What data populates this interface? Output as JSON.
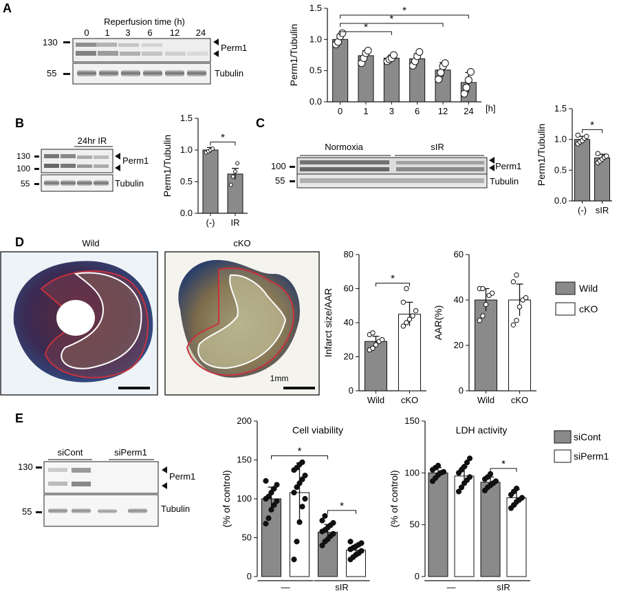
{
  "panels": {
    "A": {
      "letter": "A",
      "blot": {
        "header": "Reperfusion time (h)",
        "lanes": [
          "0",
          "1",
          "3",
          "6",
          "12",
          "24"
        ],
        "markers": [
          "130",
          "55"
        ],
        "labels": [
          "Perm1",
          "Tubulin"
        ]
      }
    },
    "B": {
      "letter": "B",
      "blot": {
        "header": "24hr IR",
        "markers": [
          "130",
          "100",
          "55"
        ],
        "labels": [
          "Perm1",
          "Tubulin"
        ]
      }
    },
    "C": {
      "letter": "C",
      "blot": {
        "groups": [
          "Normoxia",
          "sIR"
        ],
        "markers": [
          "100",
          "55"
        ],
        "labels": [
          "Perm1",
          "Tubulin"
        ]
      }
    },
    "D": {
      "letter": "D",
      "image_labels": [
        "Wild",
        "cKO"
      ],
      "scale_label": "1mm",
      "legend": [
        "Wild",
        "cKO"
      ]
    },
    "E": {
      "letter": "E",
      "blot": {
        "groups": [
          "siCont",
          "siPerm1"
        ],
        "markers": [
          "130",
          "55"
        ],
        "labels": [
          "Perm1",
          "Tubulin"
        ]
      },
      "legend": [
        "siCont",
        "siPerm1"
      ]
    }
  },
  "colors": {
    "gray_bar": "#8a8a8a",
    "white_bar": "#ffffff",
    "tissue_outline": "#c8323c",
    "infarct_outline": "#ffffff"
  },
  "chart_data": [
    {
      "id": "A",
      "type": "bar",
      "categories": [
        "0",
        "1",
        "3",
        "6",
        "12",
        "24"
      ],
      "x_unit": "[h]",
      "values": [
        1.0,
        0.74,
        0.7,
        0.69,
        0.51,
        0.31
      ],
      "errors": [
        0.08,
        0.08,
        0.05,
        0.08,
        0.12,
        0.16
      ],
      "points": [
        [
          0.92,
          0.96,
          1.05,
          1.1
        ],
        [
          0.62,
          0.7,
          0.78,
          0.82
        ],
        [
          0.65,
          0.68,
          0.7,
          0.75
        ],
        [
          0.58,
          0.65,
          0.73,
          0.8
        ],
        [
          0.36,
          0.47,
          0.57,
          0.62
        ],
        [
          0.13,
          0.23,
          0.35,
          0.48
        ]
      ],
      "ylabel": "Perm1/Tubulin",
      "xlabel": "",
      "ylim": [
        0,
        1.5
      ],
      "yticks": [
        "0.0",
        "0.5",
        "1.0",
        "1.5"
      ],
      "significance": [
        [
          "0",
          "3",
          "*"
        ],
        [
          "0",
          "12",
          "*"
        ],
        [
          "0",
          "24",
          "*"
        ]
      ]
    },
    {
      "id": "B",
      "type": "bar",
      "categories": [
        "(-)",
        "IR"
      ],
      "values": [
        1.0,
        0.62
      ],
      "errors": [
        0.04,
        0.09
      ],
      "points": [
        [
          0.96,
          0.98,
          1.0,
          1.02
        ],
        [
          0.45,
          0.58,
          0.66,
          0.79
        ]
      ],
      "ylabel": "Perm1/Tubulin",
      "xlabel": "",
      "ylim": [
        0,
        1.5
      ],
      "yticks": [
        "0.0",
        "0.5",
        "1.0",
        "1.5"
      ],
      "significance": [
        [
          "(-)",
          "IR",
          "*"
        ]
      ]
    },
    {
      "id": "C",
      "type": "bar",
      "categories": [
        "(-)",
        "sIR"
      ],
      "values": [
        1.0,
        0.7
      ],
      "errors": [
        0.05,
        0.06
      ],
      "points": [
        [
          0.93,
          0.96,
          0.98,
          1.02,
          1.05,
          1.07
        ],
        [
          0.62,
          0.65,
          0.68,
          0.71,
          0.73,
          0.77
        ]
      ],
      "ylabel": "Perm1/Tubulin",
      "xlabel": "",
      "ylim": [
        0,
        1.5
      ],
      "yticks": [
        "0.0",
        "0.5",
        "1.0",
        "1.5"
      ],
      "significance": [
        [
          "(-)",
          "sIR",
          "*"
        ]
      ]
    },
    {
      "id": "D-infarct",
      "type": "bar",
      "categories": [
        "Wild",
        "cKO"
      ],
      "values": [
        29,
        45
      ],
      "errors": [
        3,
        7
      ],
      "points": [
        [
          24,
          25,
          27,
          29,
          30,
          33,
          34
        ],
        [
          38,
          40,
          42,
          44,
          47,
          52,
          60
        ]
      ],
      "ylabel": "Infarct size/AAR",
      "xlabel": "",
      "ylim": [
        0,
        80
      ],
      "yticks": [
        "0",
        "20",
        "40",
        "60",
        "80"
      ],
      "significance": [
        [
          "Wild",
          "cKO",
          "*"
        ]
      ]
    },
    {
      "id": "D-aar",
      "type": "bar",
      "categories": [
        "Wild",
        "cKO"
      ],
      "values": [
        40,
        40
      ],
      "errors": [
        5,
        7
      ],
      "points": [
        [
          31,
          33,
          38,
          42,
          43,
          45,
          45
        ],
        [
          29,
          31,
          37,
          40,
          41,
          48,
          51
        ]
      ],
      "ylabel": "AAR(%)",
      "xlabel": "",
      "ylim": [
        0,
        60
      ],
      "yticks": [
        "0",
        "20",
        "40",
        "60"
      ],
      "significance": []
    },
    {
      "id": "E-viability",
      "type": "bar",
      "title": "Cell viability",
      "categories": [
        "siCont",
        "siPerm1",
        "siCont",
        "siPerm1"
      ],
      "groups": [
        "—",
        "sIR"
      ],
      "values": [
        100,
        108,
        57,
        34
      ],
      "errors": [
        15,
        38,
        10,
        6
      ],
      "points": [
        [
          68,
          75,
          86,
          92,
          97,
          100,
          103,
          108,
          113,
          118,
          123
        ],
        [
          22,
          45,
          70,
          90,
          100,
          108,
          115,
          120,
          125,
          130,
          137,
          140,
          144,
          147
        ],
        [
          40,
          45,
          48,
          52,
          55,
          58,
          60,
          63,
          66,
          69,
          72,
          78
        ],
        [
          22,
          25,
          28,
          30,
          33,
          35,
          37,
          39,
          41,
          43,
          45
        ]
      ],
      "ylabel": "(% of control)",
      "xlabel": "",
      "ylim": [
        0,
        200
      ],
      "yticks": [
        "0",
        "50",
        "100",
        "150",
        "200"
      ],
      "significance": [
        [
          0,
          2,
          "*"
        ],
        [
          2,
          3,
          "*"
        ]
      ]
    },
    {
      "id": "E-ldh",
      "type": "bar",
      "title": "LDH activity",
      "categories": [
        "siCont",
        "siPerm1",
        "siCont",
        "siPerm1"
      ],
      "groups": [
        "—",
        "sIR"
      ],
      "values": [
        100,
        97,
        91,
        76
      ],
      "errors": [
        5,
        9,
        5,
        8
      ],
      "points": [
        [
          92,
          95,
          98,
          100,
          101,
          103,
          105,
          107
        ],
        [
          82,
          86,
          90,
          93,
          96,
          100,
          103,
          106,
          110,
          114
        ],
        [
          83,
          86,
          88,
          90,
          92,
          94,
          96,
          99
        ],
        [
          66,
          69,
          72,
          74,
          76,
          79,
          82,
          85
        ]
      ],
      "ylabel": "(% of control)",
      "xlabel": "",
      "ylim": [
        0,
        150
      ],
      "yticks": [
        "0",
        "50",
        "100",
        "150"
      ],
      "significance": [
        [
          2,
          3,
          "*"
        ]
      ]
    }
  ]
}
